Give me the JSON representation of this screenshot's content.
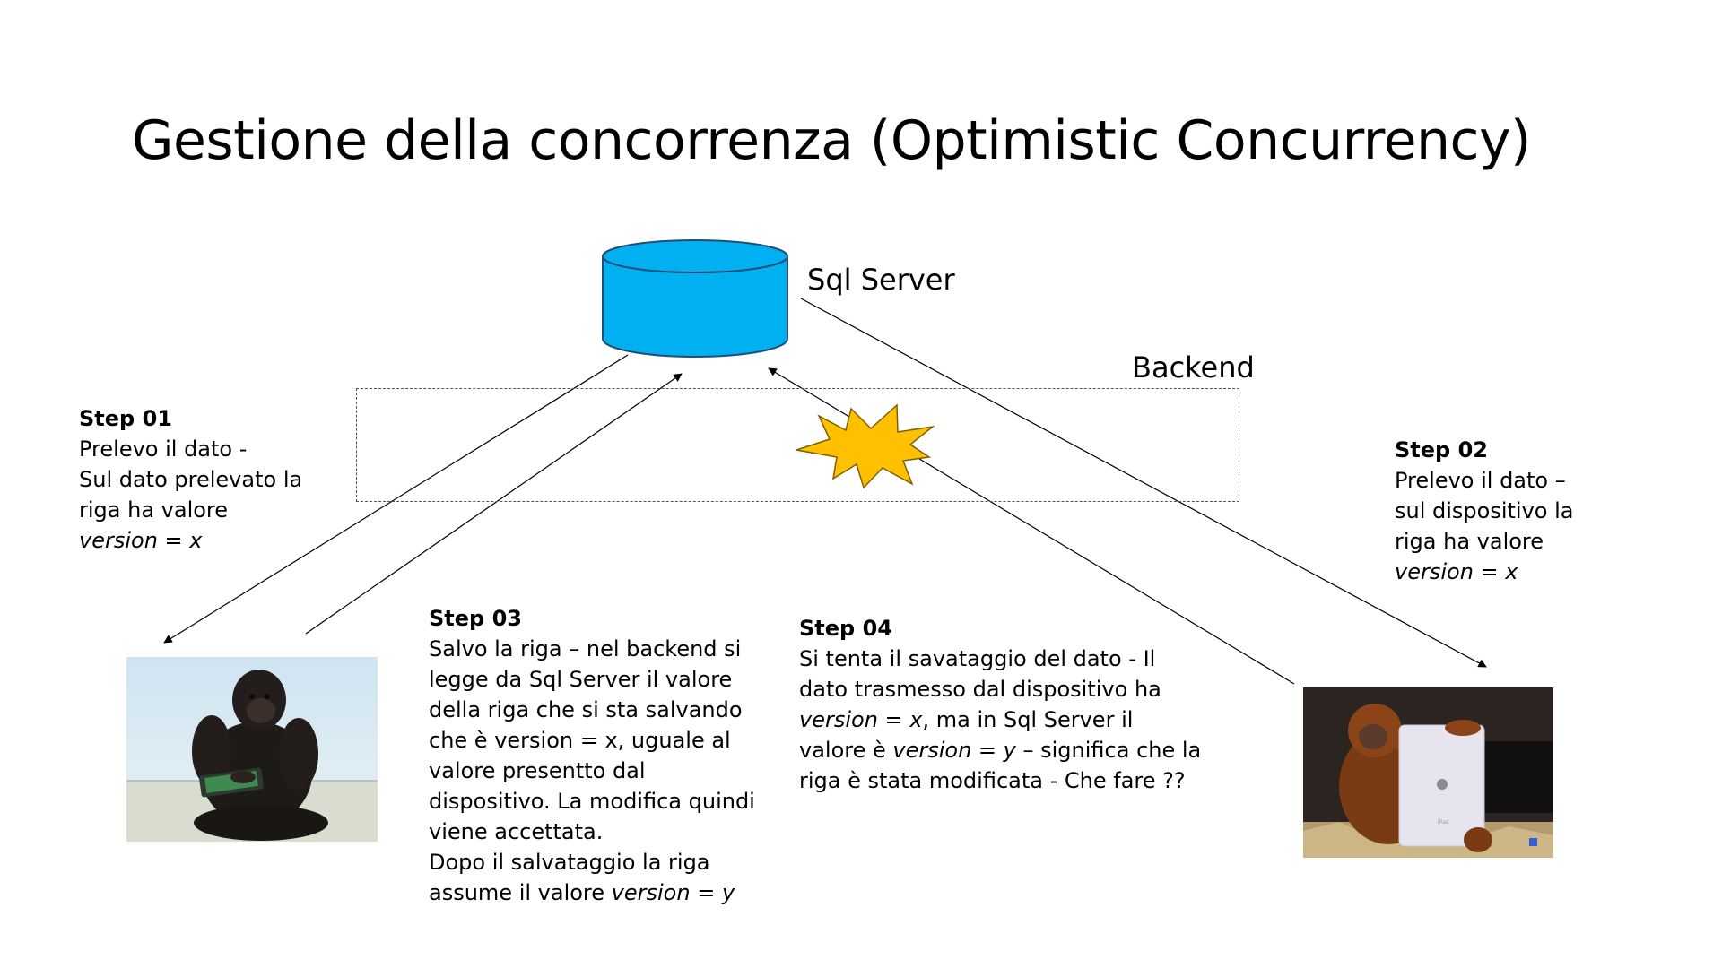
{
  "slide": {
    "title": "Gestione della concorrenza (Optimistic Concurrency)"
  },
  "diagram": {
    "db_label": "Sql Server",
    "backend_label": "Backend",
    "db_color": "#00B0F0",
    "burst_color": "#FFC000",
    "db_icon": "database-cylinder-icon",
    "burst_icon": "conflict-burst-icon"
  },
  "steps": {
    "step01": {
      "heading": "Step 01",
      "lines": [
        "Prelevo il dato -",
        "Sul dato prelevato la",
        "riga ha valore"
      ],
      "version": "version = x"
    },
    "step02": {
      "heading": "Step 02",
      "lines": [
        "Prelevo il dato –",
        "sul dispositivo la",
        "riga ha valore"
      ],
      "version": "version = x"
    },
    "step03": {
      "heading": "Step 03",
      "lines": [
        "Salvo la riga – nel backend si",
        "legge da Sql Server il valore",
        "della riga che si sta salvando",
        "che è version = x, uguale al",
        "valore presentto dal",
        "dispositivo. La modifica quindi",
        "viene accettata.",
        "Dopo il salvataggio la riga"
      ],
      "last_prefix": "assume il valore ",
      "version": "version = y"
    },
    "step04": {
      "heading": "Step 04",
      "line1": "Si tenta il savataggio del dato - Il",
      "line2": "dato trasmesso dal dispositivo ha",
      "line3_version": "version = x",
      "line3_rest": ", ma in Sql Server il",
      "line4_prefix": "valore è ",
      "line4_version": "version = y",
      "line4_rest": " – significa che la",
      "line5": "riga è stata modificata - Che fare ??"
    }
  },
  "images": {
    "left": "bonobo-with-tablet-photo",
    "right": "orangutan-with-ipad-photo",
    "ipad_text": "iPad"
  }
}
